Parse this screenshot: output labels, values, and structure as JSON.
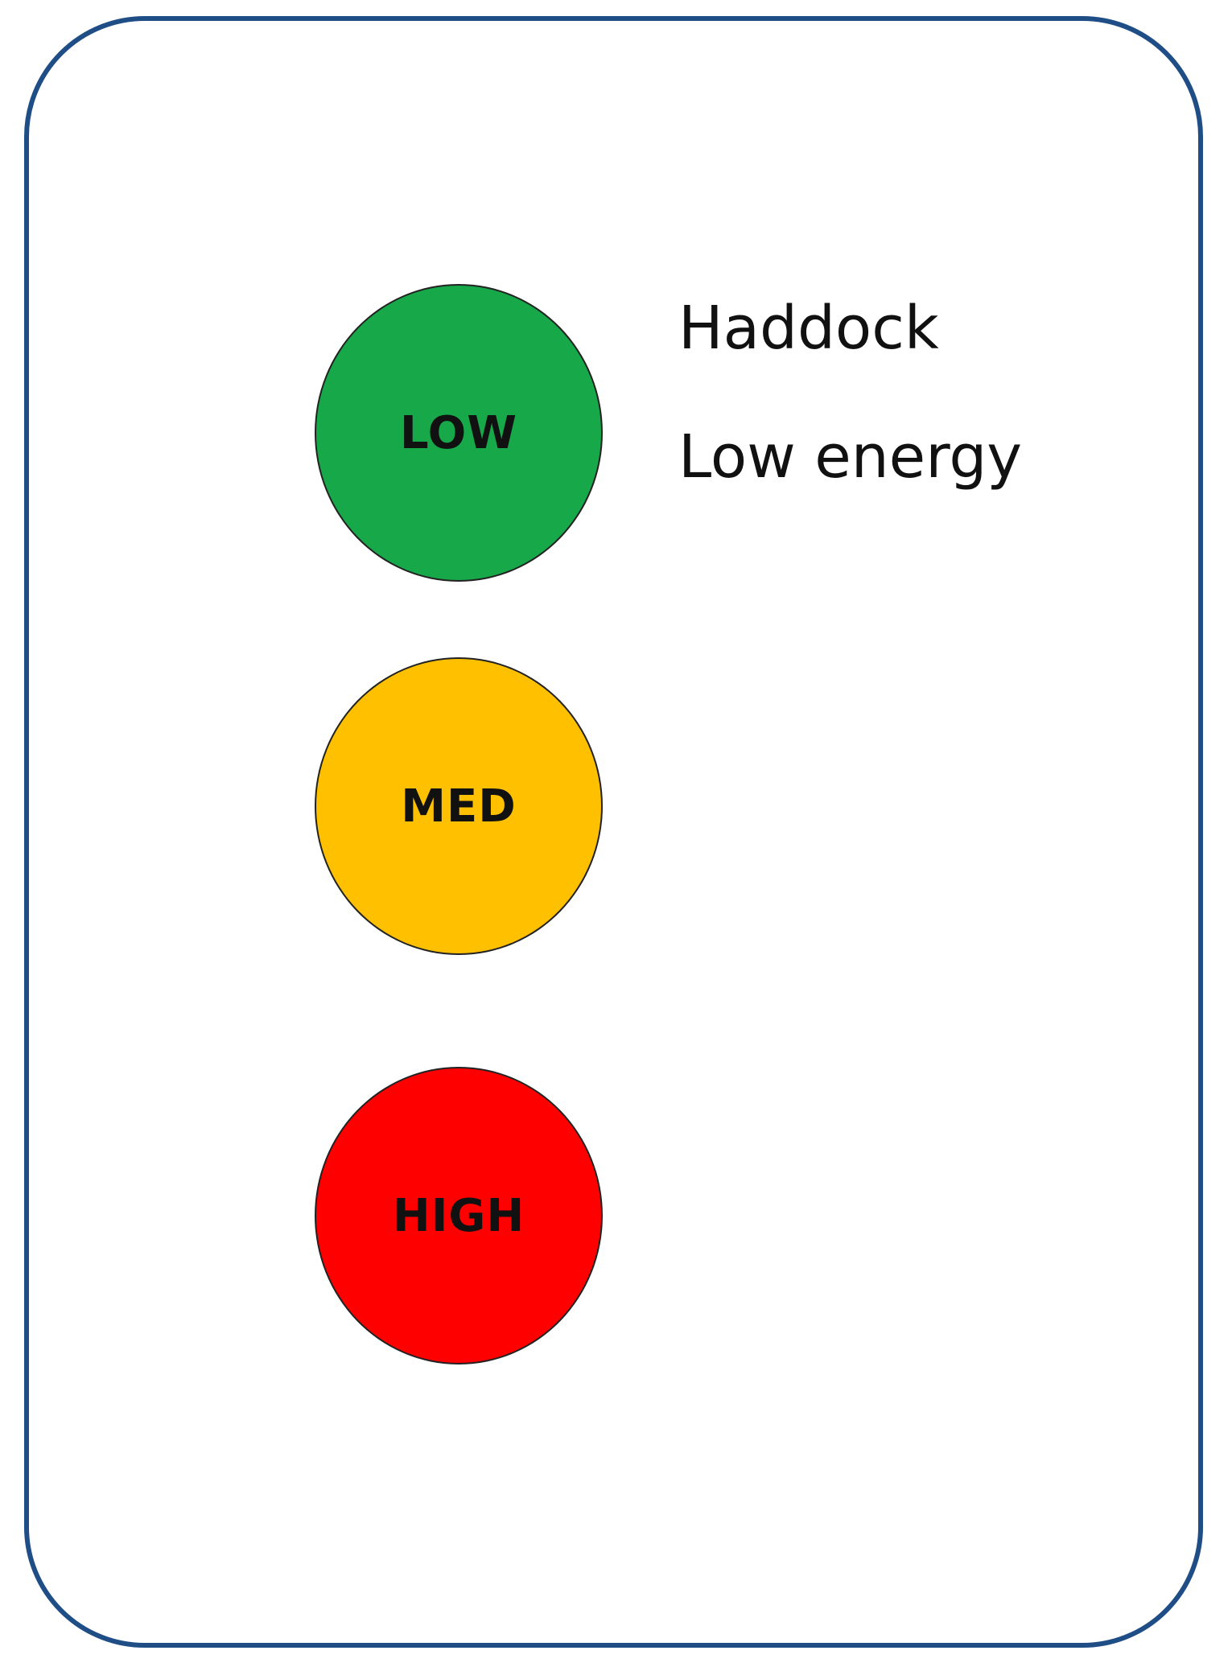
{
  "traffic_light": [
    {
      "label": "LOW",
      "color": "#17a84a",
      "active": true
    },
    {
      "label": "MED",
      "color": "#ffc000",
      "active": false
    },
    {
      "label": "HIGH",
      "color": "#ff0000",
      "active": false
    }
  ],
  "item": {
    "name": "Haddock",
    "rating": "Low energy"
  },
  "colors": {
    "border": "#1f4e86"
  }
}
